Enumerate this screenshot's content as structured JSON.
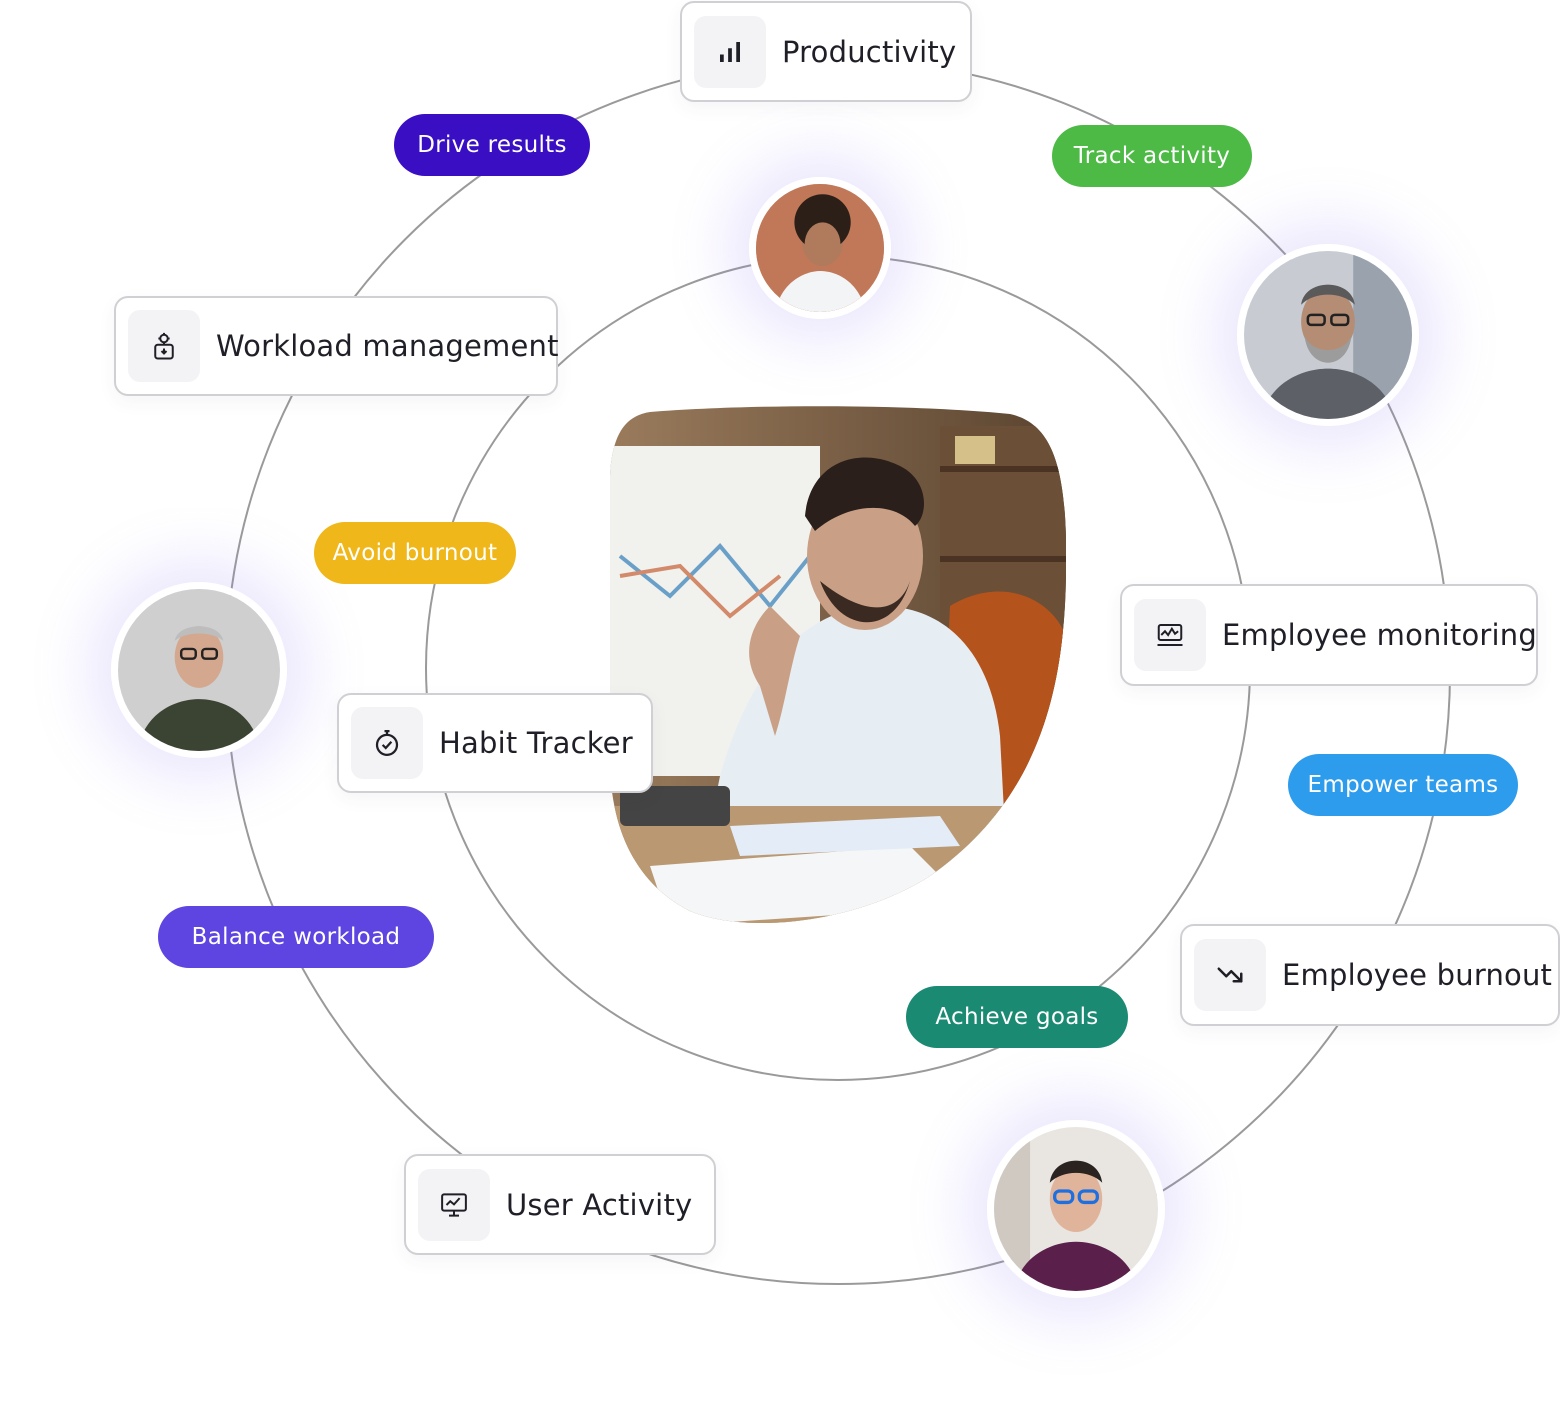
{
  "cards": {
    "productivity": {
      "label": "Productivity",
      "icon": "bar-chart-icon"
    },
    "workload": {
      "label": "Workload management",
      "icon": "gear-clipboard-icon"
    },
    "habit": {
      "label": "Habit Tracker",
      "icon": "stopwatch-icon"
    },
    "monitoring": {
      "label": "Employee monitoring",
      "icon": "monitor-pulse-icon"
    },
    "burnout": {
      "label": "Employee burnout",
      "icon": "trend-down-icon"
    },
    "activity": {
      "label": "User Activity",
      "icon": "desktop-chart-icon"
    }
  },
  "pills": {
    "drive": {
      "label": "Drive results",
      "color": "#3a0fc4"
    },
    "track": {
      "label": "Track activity",
      "color": "#4cba45"
    },
    "avoid": {
      "label": "Avoid burnout",
      "color": "#f0b71a"
    },
    "empower": {
      "label": "Empower teams",
      "color": "#2e9ced"
    },
    "balance": {
      "label": "Balance workload",
      "color": "#5e44e0"
    },
    "achieve": {
      "label": "Achieve goals",
      "color": "#1b8a73"
    }
  },
  "colors": {
    "ring": "#9a9a9a",
    "card_border": "#d0d0d4"
  }
}
